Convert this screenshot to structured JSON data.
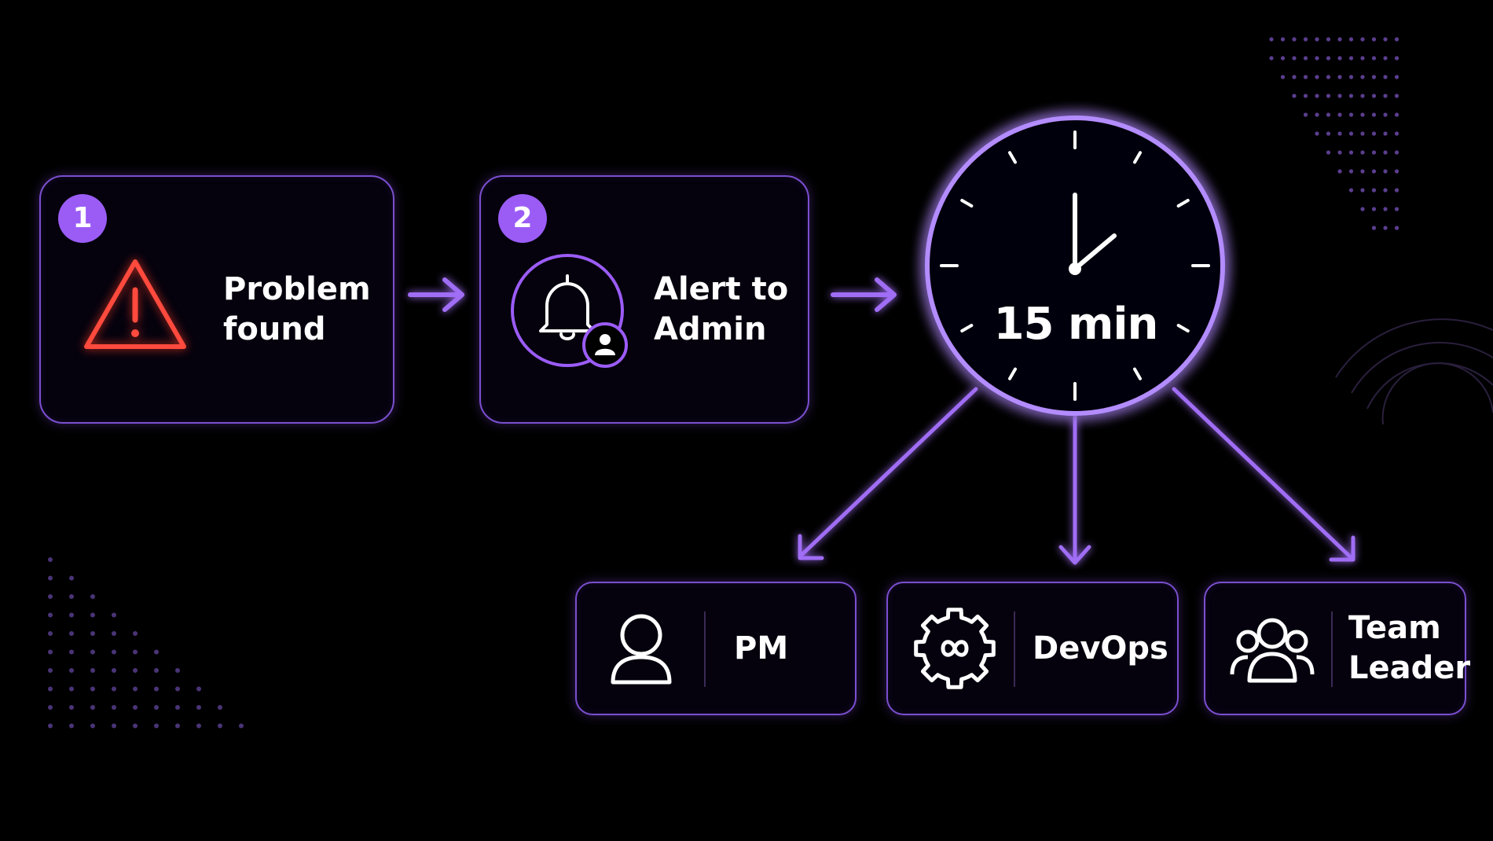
{
  "colors": {
    "background": "#000000",
    "accent": "#9b5cf6",
    "border": "#7b4fd0",
    "warning": "#ff4a3d",
    "text": "#ffffff"
  },
  "steps": [
    {
      "number": "1",
      "label": "Problem\nfound",
      "icon": "warning-triangle-icon"
    },
    {
      "number": "2",
      "label": "Alert to\nAdmin",
      "icon": "bell-admin-icon"
    }
  ],
  "timer": {
    "label": "15 min",
    "icon": "clock-icon"
  },
  "recipients": [
    {
      "label": "PM",
      "icon": "person-icon"
    },
    {
      "label": "DevOps",
      "icon": "gear-infinity-icon"
    },
    {
      "label": "Team\nLeader",
      "icon": "team-icon"
    }
  ]
}
